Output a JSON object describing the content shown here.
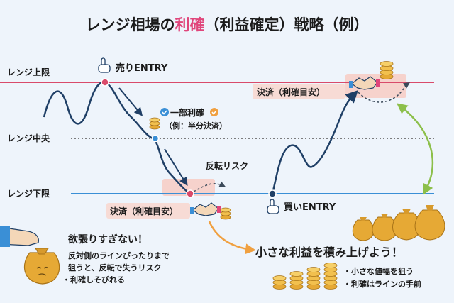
{
  "title": {
    "prefix": "レンジ相場の",
    "highlight": "利確",
    "suffix": "（利益確定）戦略（例）"
  },
  "lines": {
    "upper": "レンジ上限",
    "middle": "レンジ中央",
    "lower": "レンジ下限"
  },
  "labels": {
    "sell_entry": "売りENTRY",
    "buy_entry": "買いENTRY",
    "partial_1": "一部利確",
    "partial_2": "（例：半分決済）",
    "reversal_risk": "反転リスク",
    "settle_lower": "決済（利確目安）",
    "settle_upper": "決済（利確目安）"
  },
  "warning": {
    "title": "欲張りすぎない！",
    "line1": "反対側のラインぴったりまで",
    "line2": "狙うと、反転で失うリスク",
    "line3": "・利確しそびれる"
  },
  "tip": {
    "title": "小さな利益を積み上げよう！",
    "bullet1": "・小さな値幅を狙う",
    "bullet2": "・利確はラインの手前"
  },
  "colors": {
    "upper_line": "#d94a6a",
    "middle_line": "#555555",
    "lower_line": "#3a8fd6",
    "price_path": "#1f3f66",
    "highlight": "#e0457b",
    "arrow_orange": "#f0a040",
    "arrow_green": "#8cbf4a",
    "gold": "#e6a935"
  },
  "icons": [
    "hand-pointer-icon",
    "check-icon",
    "coin-stack-icon",
    "handshake-icon",
    "money-bag-icon",
    "arrow-icon"
  ]
}
